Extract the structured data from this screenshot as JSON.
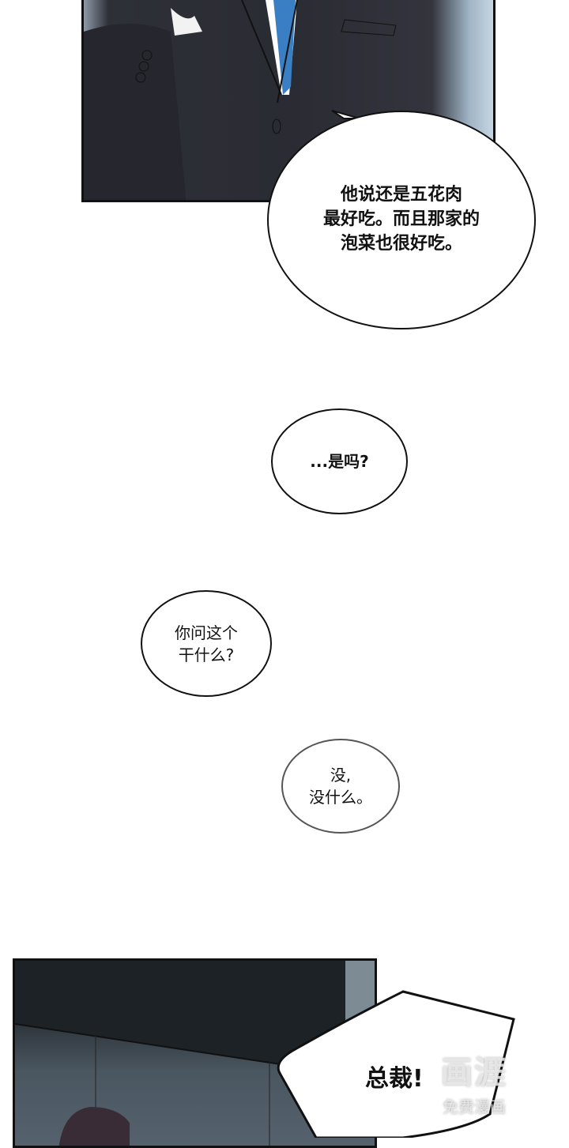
{
  "panels": [
    {
      "description_icon": "businessman-in-suit"
    },
    {
      "description_icon": "office-interior"
    }
  ],
  "dialogue": [
    {
      "text": "他说还是五花肉\n最好吃。而且那家的\n泡菜也很好吃。"
    },
    {
      "text": "...是吗?"
    },
    {
      "text": "你问这个\n干什么?"
    },
    {
      "text": "没,\n没什么。"
    },
    {
      "text": "总裁!"
    }
  ],
  "watermark": {
    "logo": "画涯",
    "caption": "免费漫画"
  }
}
